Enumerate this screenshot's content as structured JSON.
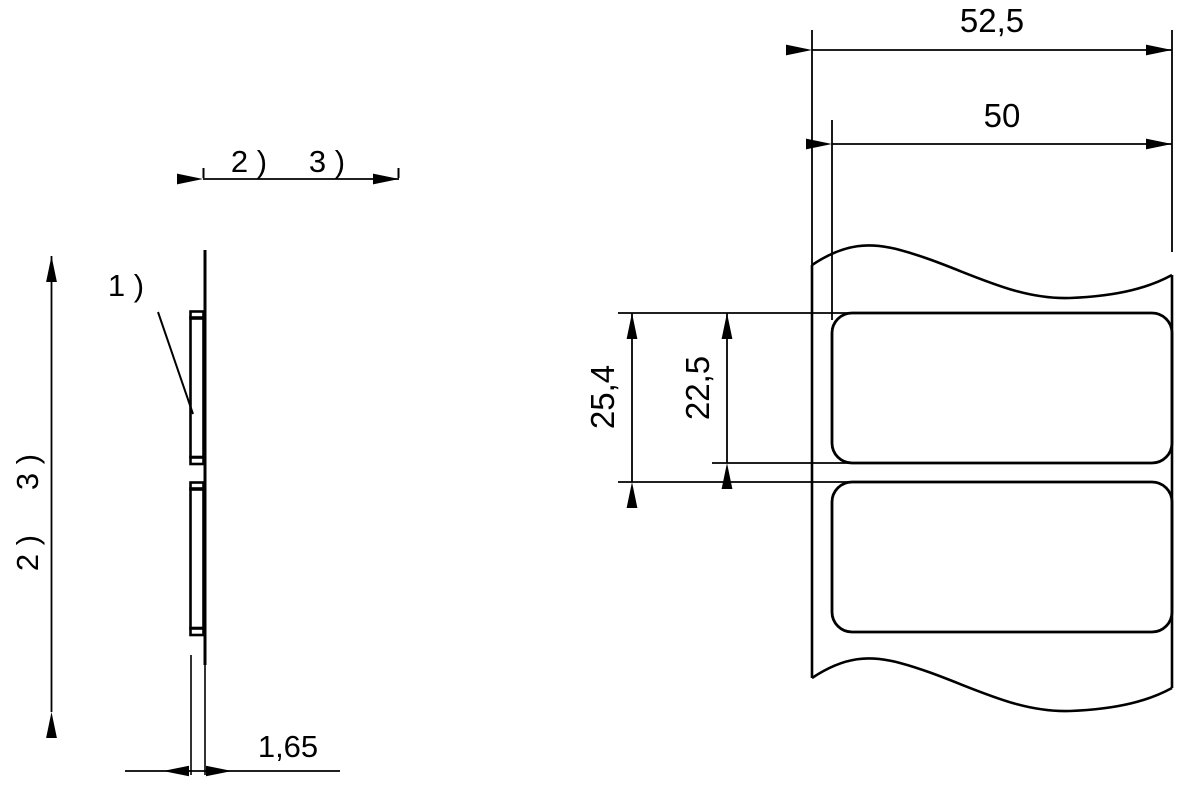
{
  "drawing": {
    "title": "Label web technical drawing",
    "background_color": "#ffffff",
    "line_color": "#000000",
    "units": "mm",
    "decimal_separator": ","
  },
  "views": {
    "side_view": {
      "name": "side-view",
      "description": "Sectional side view of label liner with two label strips"
    },
    "front_view": {
      "name": "front-view",
      "description": "Front view of label web with two rounded labels and wavy break lines"
    }
  },
  "dimensions": {
    "web_width": {
      "value": "52,5",
      "name": "dimension-52-5",
      "orientation": "horizontal",
      "view": "front"
    },
    "label_width": {
      "value": "50",
      "name": "dimension-50",
      "orientation": "horizontal",
      "view": "front"
    },
    "label_pitch": {
      "value": "25,4",
      "name": "dimension-25-4",
      "orientation": "vertical",
      "view": "front"
    },
    "label_height": {
      "value": "22,5",
      "name": "dimension-22-5",
      "orientation": "vertical",
      "view": "front"
    },
    "thickness": {
      "value": "1,65",
      "name": "dimension-1-65",
      "orientation": "horizontal",
      "view": "side"
    }
  },
  "callouts": {
    "item1": "1 )",
    "item2_top": "2 )",
    "item3_top": "3 )",
    "item2_left": "2 )",
    "item3_left": "3 )"
  }
}
